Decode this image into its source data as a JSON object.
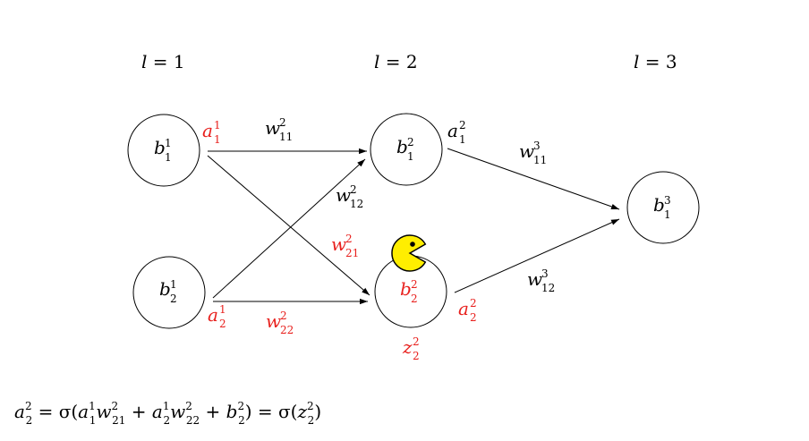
{
  "colors": {
    "highlight": "#e8201d",
    "text": "#000000",
    "pacman": "#ffee00"
  },
  "layers": {
    "l1": {
      "var": "l",
      "eq": " = ",
      "num": "1"
    },
    "l2": {
      "var": "l",
      "eq": " = ",
      "num": "2"
    },
    "l3": {
      "var": "l",
      "eq": " = ",
      "num": "3"
    }
  },
  "nodes": {
    "b1_1": {
      "base": "b",
      "sup": "1",
      "sub": "1",
      "highlight": false
    },
    "b1_2": {
      "base": "b",
      "sup": "1",
      "sub": "2",
      "highlight": false
    },
    "b2_1": {
      "base": "b",
      "sup": "2",
      "sub": "1",
      "highlight": false
    },
    "b2_2": {
      "base": "b",
      "sup": "2",
      "sub": "2",
      "highlight": true
    },
    "b3_1": {
      "base": "b",
      "sup": "3",
      "sub": "1",
      "highlight": false
    }
  },
  "activations": {
    "a1_1": {
      "base": "a",
      "sup": "1",
      "sub": "1",
      "highlight": true
    },
    "a1_2": {
      "base": "a",
      "sup": "1",
      "sub": "2",
      "highlight": true
    },
    "a2_1": {
      "base": "a",
      "sup": "2",
      "sub": "1",
      "highlight": false
    },
    "a2_2": {
      "base": "a",
      "sup": "2",
      "sub": "2",
      "highlight": true
    },
    "z2_2": {
      "base": "z",
      "sup": "2",
      "sub": "2",
      "highlight": true
    }
  },
  "weights": {
    "w11_2": {
      "base": "w",
      "sup": "2",
      "sub": "11",
      "highlight": false
    },
    "w12_2": {
      "base": "w",
      "sup": "2",
      "sub": "12",
      "highlight": false
    },
    "w21_2": {
      "base": "w",
      "sup": "2",
      "sub": "21",
      "highlight": true
    },
    "w22_2": {
      "base": "w",
      "sup": "2",
      "sub": "22",
      "highlight": true
    },
    "w11_3": {
      "base": "w",
      "sup": "3",
      "sub": "11",
      "highlight": false
    },
    "w12_3": {
      "base": "w",
      "sup": "3",
      "sub": "12",
      "highlight": false
    }
  },
  "equation": {
    "a": "a",
    "a_sup": "2",
    "a_sub": "2",
    "eq1": " = σ(",
    "t1": "a",
    "t1_sup": "1",
    "t1_sub": "1",
    "t2": "w",
    "t2_sup": "2",
    "t2_sub": "21",
    "plus1": " + ",
    "t3": "a",
    "t3_sup": "1",
    "t3_sub": "2",
    "t4": "w",
    "t4_sup": "2",
    "t4_sub": "22",
    "plus2": " + ",
    "t5": "b",
    "t5_sup": "2",
    "t5_sub": "2",
    "close": ") = σ(",
    "t6": "z",
    "t6_sup": "2",
    "t6_sub": "2",
    "end": ")"
  }
}
